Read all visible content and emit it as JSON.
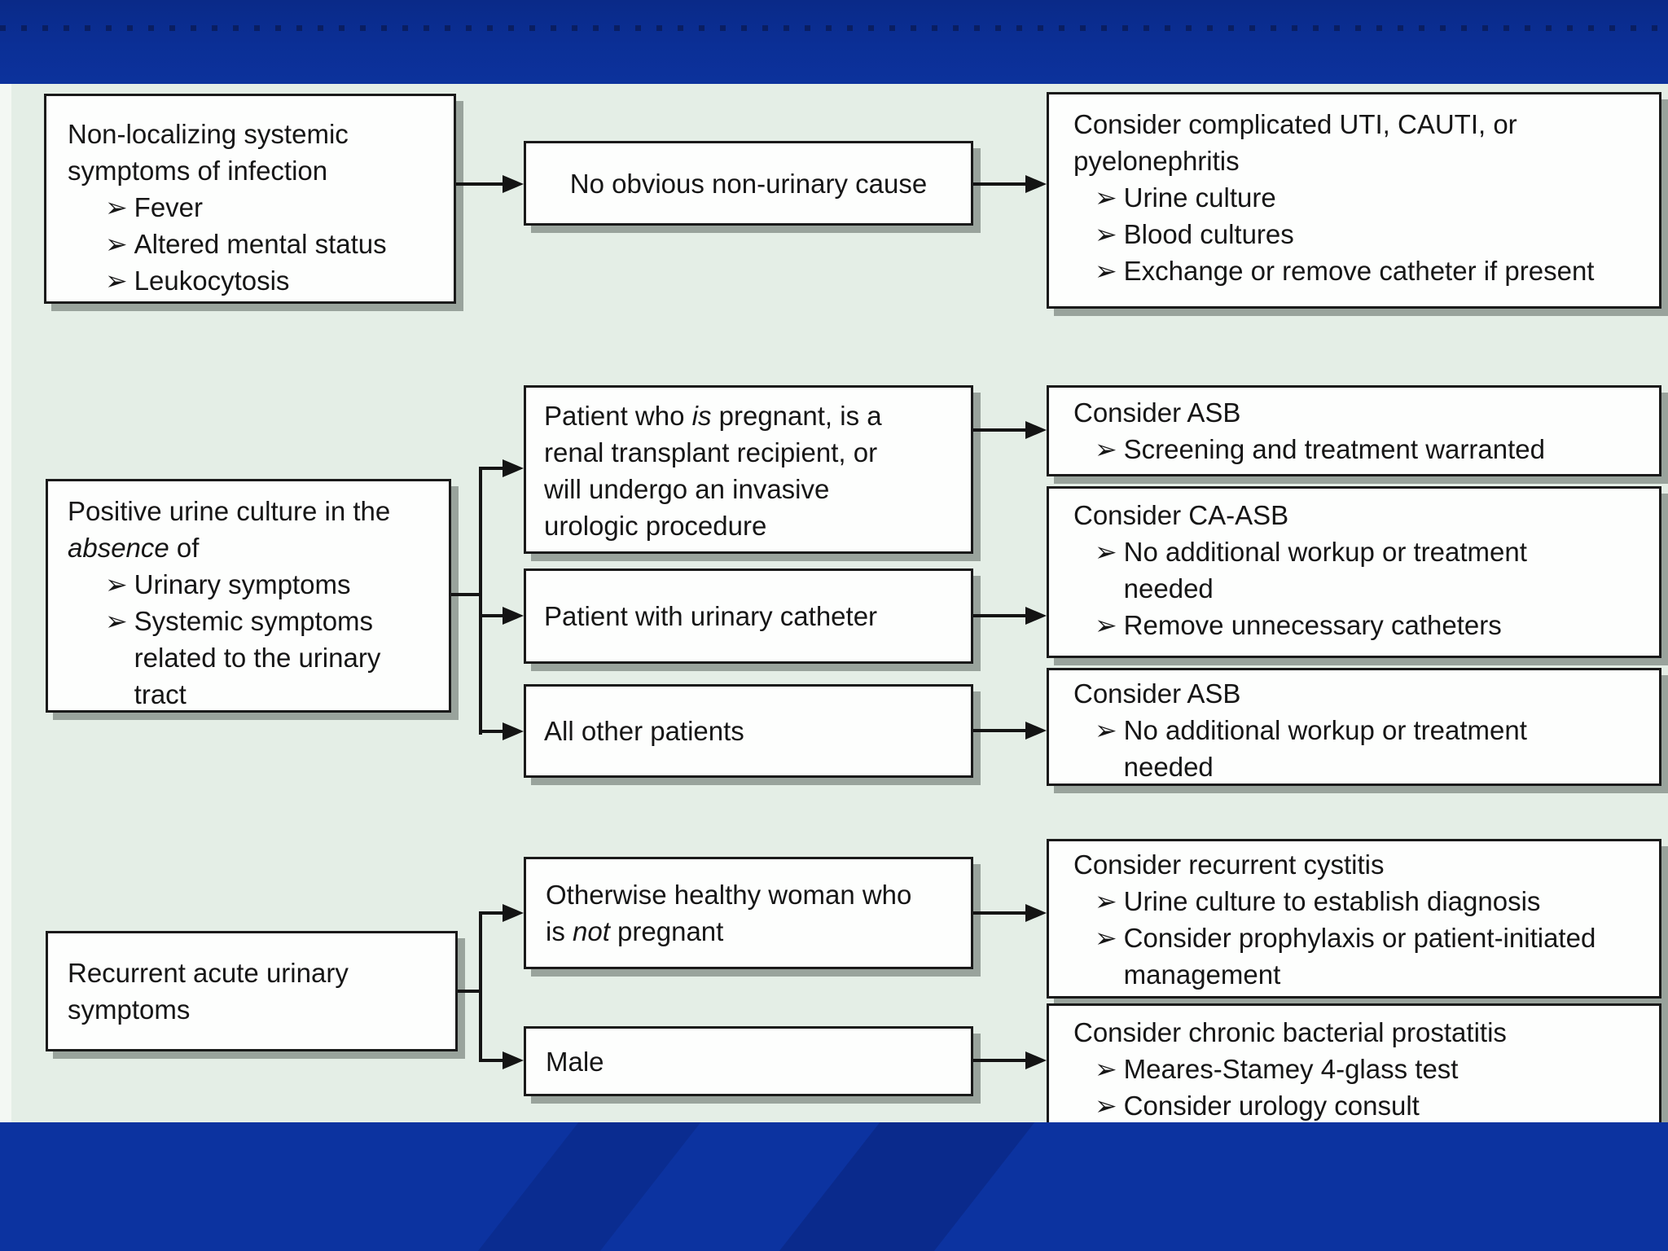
{
  "palette": {
    "top_band_blue": "#0b2f96",
    "bottom_band_blue": "#0c33a0",
    "background_mint": "#e4eee6",
    "box_fill": "#fdfefd",
    "box_border": "#1a1a1a",
    "box_shadow_gray": "#99a39c",
    "line_black": "#141414",
    "text_color": "#161616"
  },
  "bullet_marker": "➢",
  "nodes": {
    "nonlocalizing": {
      "line1": "Non-localizing systemic",
      "line2": "symptoms of infection",
      "bullets": [
        "Fever",
        "Altered mental status",
        "Leukocytosis"
      ]
    },
    "no_obvious_cause": {
      "text": "No obvious non-urinary cause"
    },
    "complicated_uti": {
      "line1": "Consider complicated UTI, CAUTI, or",
      "line2": "pyelonephritis",
      "bullets": [
        "Urine culture",
        "Blood cultures",
        "Exchange or remove catheter if present"
      ]
    },
    "positive_culture": {
      "line1": "Positive urine culture in the",
      "line2_italic": "absence",
      "line2_rest": " of",
      "bullets": [
        "Urinary symptoms",
        "Systemic symptoms related to the urinary tract"
      ]
    },
    "pregnant_transplant": {
      "l1a": "Patient who ",
      "l1b_italic": "is",
      "l1c": " pregnant, is a",
      "line2": "renal transplant recipient, or",
      "line3": "will undergo an invasive",
      "line4": "urologic procedure"
    },
    "urinary_catheter": {
      "text": "Patient with urinary catheter"
    },
    "all_other": {
      "text": "All other patients"
    },
    "asb_screening": {
      "title": "Consider ASB",
      "bullets": [
        "Screening and treatment warranted"
      ]
    },
    "ca_asb": {
      "title": "Consider CA-ASB",
      "bullets": [
        "No additional workup or treatment needed",
        "Remove unnecessary catheters"
      ]
    },
    "asb_no_workup": {
      "title": "Consider ASB",
      "bullets": [
        "No additional workup or treatment needed"
      ]
    },
    "recurrent_symptoms": {
      "line1": "Recurrent acute urinary",
      "line2": "symptoms"
    },
    "healthy_woman": {
      "line1": "Otherwise healthy woman who",
      "l2a": "is ",
      "l2b_italic": "not",
      "l2c": " pregnant"
    },
    "male": {
      "text": "Male"
    },
    "recurrent_cystitis": {
      "title": "Consider recurrent cystitis",
      "bullets": [
        "Urine culture to establish diagnosis",
        "Consider prophylaxis or patient-initiated management"
      ]
    },
    "chronic_prostatitis": {
      "title": "Consider chronic bacterial prostatitis",
      "bullets": [
        "Meares-Stamey 4-glass test",
        "Consider urology consult"
      ]
    }
  }
}
